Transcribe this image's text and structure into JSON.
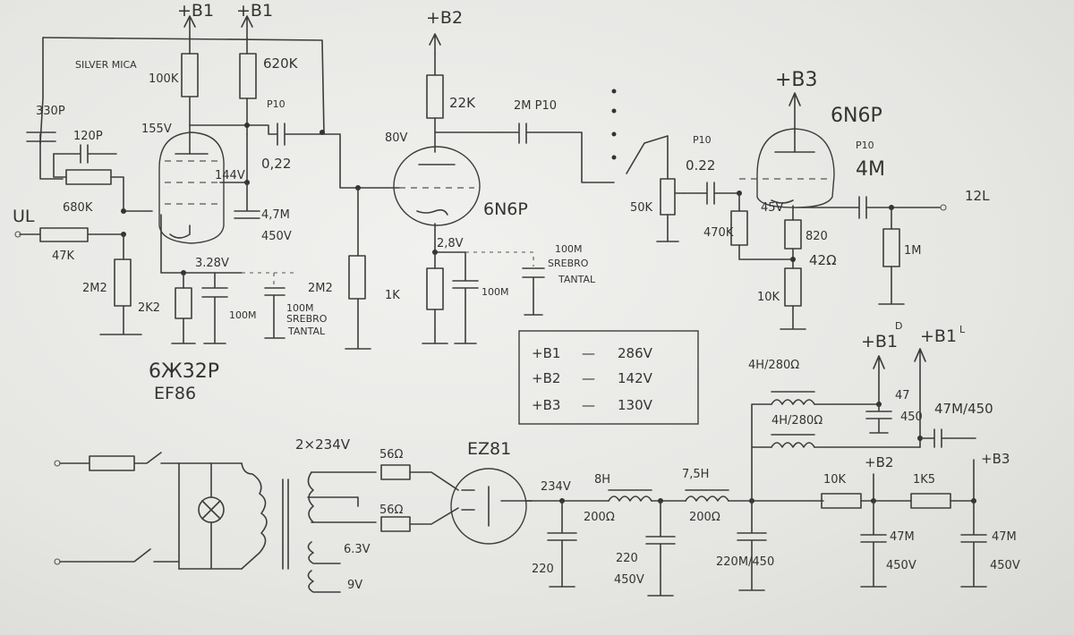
{
  "tubes": {
    "input": {
      "name": "6Ж32P",
      "alt": "EF86"
    },
    "driver": "6N6P",
    "output": "6N6P",
    "rectifier": "EZ81"
  },
  "supply_rails": {
    "b1_left": "+B1",
    "b1_right": "+B1",
    "b2": "+B2",
    "b3": "+B3",
    "b1d": "+B1",
    "b1d_sup": "D",
    "b1l": "+B1",
    "b1l_sup": "L",
    "b2_supply": "+B2",
    "b3_supply": "+B3"
  },
  "voltage_table": [
    {
      "rail": "+B1",
      "value": "286V"
    },
    {
      "rail": "+B2",
      "value": "142V"
    },
    {
      "rail": "+B3",
      "value": "130V"
    }
  ],
  "input_stage": {
    "silver_mica": "SILVER MICA",
    "c_330p": "330P",
    "c_120p": "120P",
    "r_680k": "680K",
    "ul": "UL",
    "r_47k": "47K",
    "r_2m2": "2M2",
    "r_100k": "100K",
    "r_620k": "620K",
    "c_p10": "P10",
    "c_022": "0,22",
    "v_155": "155V",
    "v_144": "144V",
    "v_328": "3.28V",
    "c_47m": "4,7M",
    "c_47m_v": "450V",
    "r_2k2": "2K2",
    "c_100m": "100M",
    "c_srebro_100m": "100M",
    "srebro": "SREBRO",
    "tantal": "TANTAL"
  },
  "driver_stage": {
    "r_22k": "22K",
    "c_2m": "2M P10",
    "v_80": "80V",
    "r_2m2": "2M2",
    "v_28": "2,8V",
    "r_1k": "1K",
    "c_100m": "100M",
    "c_srebro_100m": "100M",
    "srebro": "SREBRO",
    "tantal": "TANTAL"
  },
  "output_stage": {
    "pot_50k": "50K",
    "c_p10": "P10",
    "c_022": "0.22",
    "r_470k": "470K",
    "v_45": "45V",
    "r_820": "820",
    "r_42": "42Ω",
    "r_10k": "10K",
    "c_p10_out": "P10",
    "c_4m": "4M",
    "r_1m": "1M",
    "out": "12L"
  },
  "power_supply": {
    "transformer_hv": "2×234V",
    "r_56a": "56Ω",
    "r_56b": "56Ω",
    "heater_63": "6.3V",
    "heater_9": "9V",
    "v_234": "234V",
    "c_220_left": "220",
    "c_450_left": "450V",
    "choke1_h": "8H",
    "choke1_r": "200Ω",
    "choke2_h": "7,5H",
    "choke2_r": "200Ω",
    "c_220_450": "220M/450",
    "choke_top": "4H/280Ω",
    "choke_mid": "4H/280Ω",
    "c_47m_450_top": "47M/450",
    "c_47_top": "47",
    "c_450_small": "450",
    "r_10k": "10K",
    "r_1k5": "1K5",
    "c_47m_a": "47M",
    "c_450v_a": "450V",
    "c_47m_b": "47M",
    "c_450v_b": "450V"
  }
}
